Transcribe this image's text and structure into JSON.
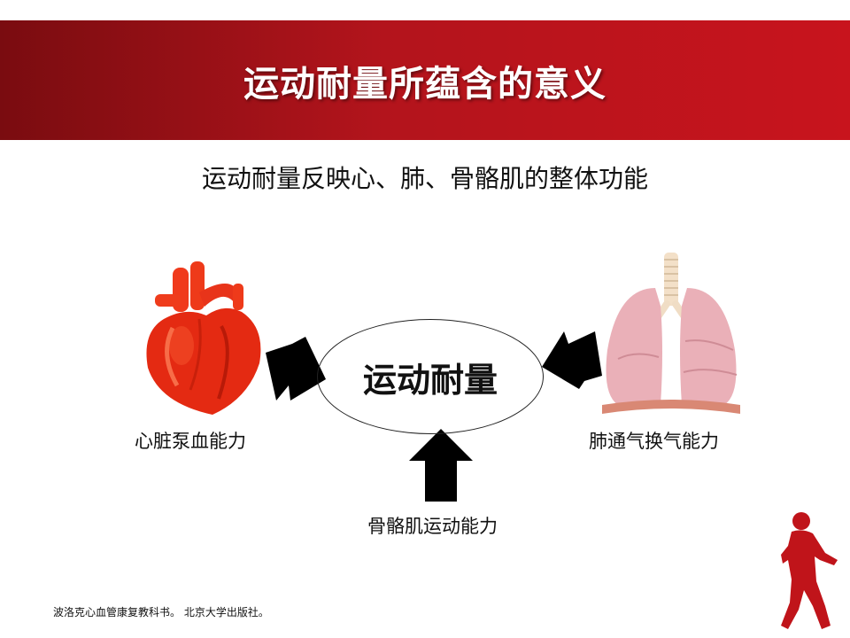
{
  "slide": {
    "title": "运动耐量所蕴含的意义",
    "subtitle": "运动耐量反映心、肺、骨骼肌的整体功能",
    "center": "运动耐量",
    "heart_label": "心脏泵血能力",
    "lung_label": "肺通气换气能力",
    "muscle_label": "骨骼肌运动能力",
    "footer": "波洛克心血管康复教科书。 北京大学出版社。"
  },
  "icons": [
    "heart-icon",
    "lungs-icon",
    "runner-icon",
    "arrow-right-icon",
    "arrow-left-icon",
    "arrow-up-icon"
  ],
  "colors": {
    "banner_dark": "#7a0c10",
    "banner_light": "#c8141d",
    "heart_red": "#e42a12",
    "lung_pink": "#eab0b8",
    "runner_red": "#c0141a"
  }
}
